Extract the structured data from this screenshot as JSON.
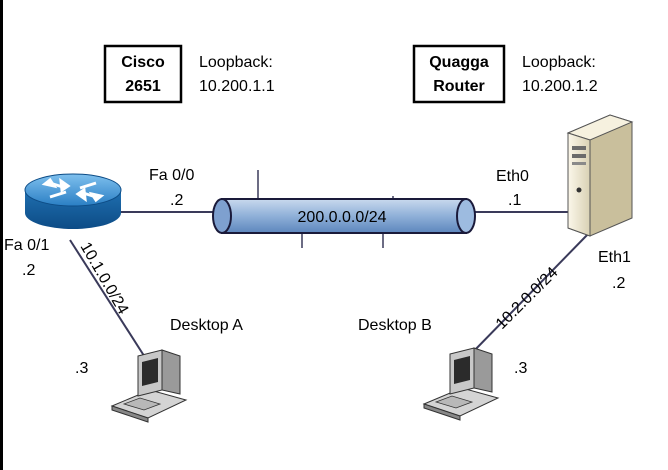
{
  "devices": {
    "cisco": {
      "name_line1": "Cisco",
      "name_line2": "2651",
      "loopback_label": "Loopback:",
      "loopback_ip": "10.200.1.1"
    },
    "quagga": {
      "name_line1": "Quagga",
      "name_line2": "Router",
      "loopback_label": "Loopback:",
      "loopback_ip": "10.200.1.2"
    }
  },
  "interfaces": {
    "cisco_fa00": {
      "name": "Fa 0/0",
      "addr": ".2"
    },
    "cisco_fa01": {
      "name": "Fa 0/1",
      "addr": ".2"
    },
    "quagga_eth0": {
      "name": "Eth0",
      "addr": ".1"
    },
    "quagga_eth1": {
      "name": "Eth1",
      "addr": ".2"
    }
  },
  "networks": {
    "backbone": "200.0.0.0/24",
    "left_lan": "10.1.0.0/24",
    "right_lan": "10.2.0.0/24"
  },
  "hosts": {
    "desktop_a": {
      "label": "Desktop A",
      "addr": ".3"
    },
    "desktop_b": {
      "label": "Desktop B",
      "addr": ".3"
    }
  },
  "colors": {
    "router_blue": "#2a7fc4",
    "bus_blue": "#8fb0d8",
    "server_beige": "#efe9d4"
  }
}
